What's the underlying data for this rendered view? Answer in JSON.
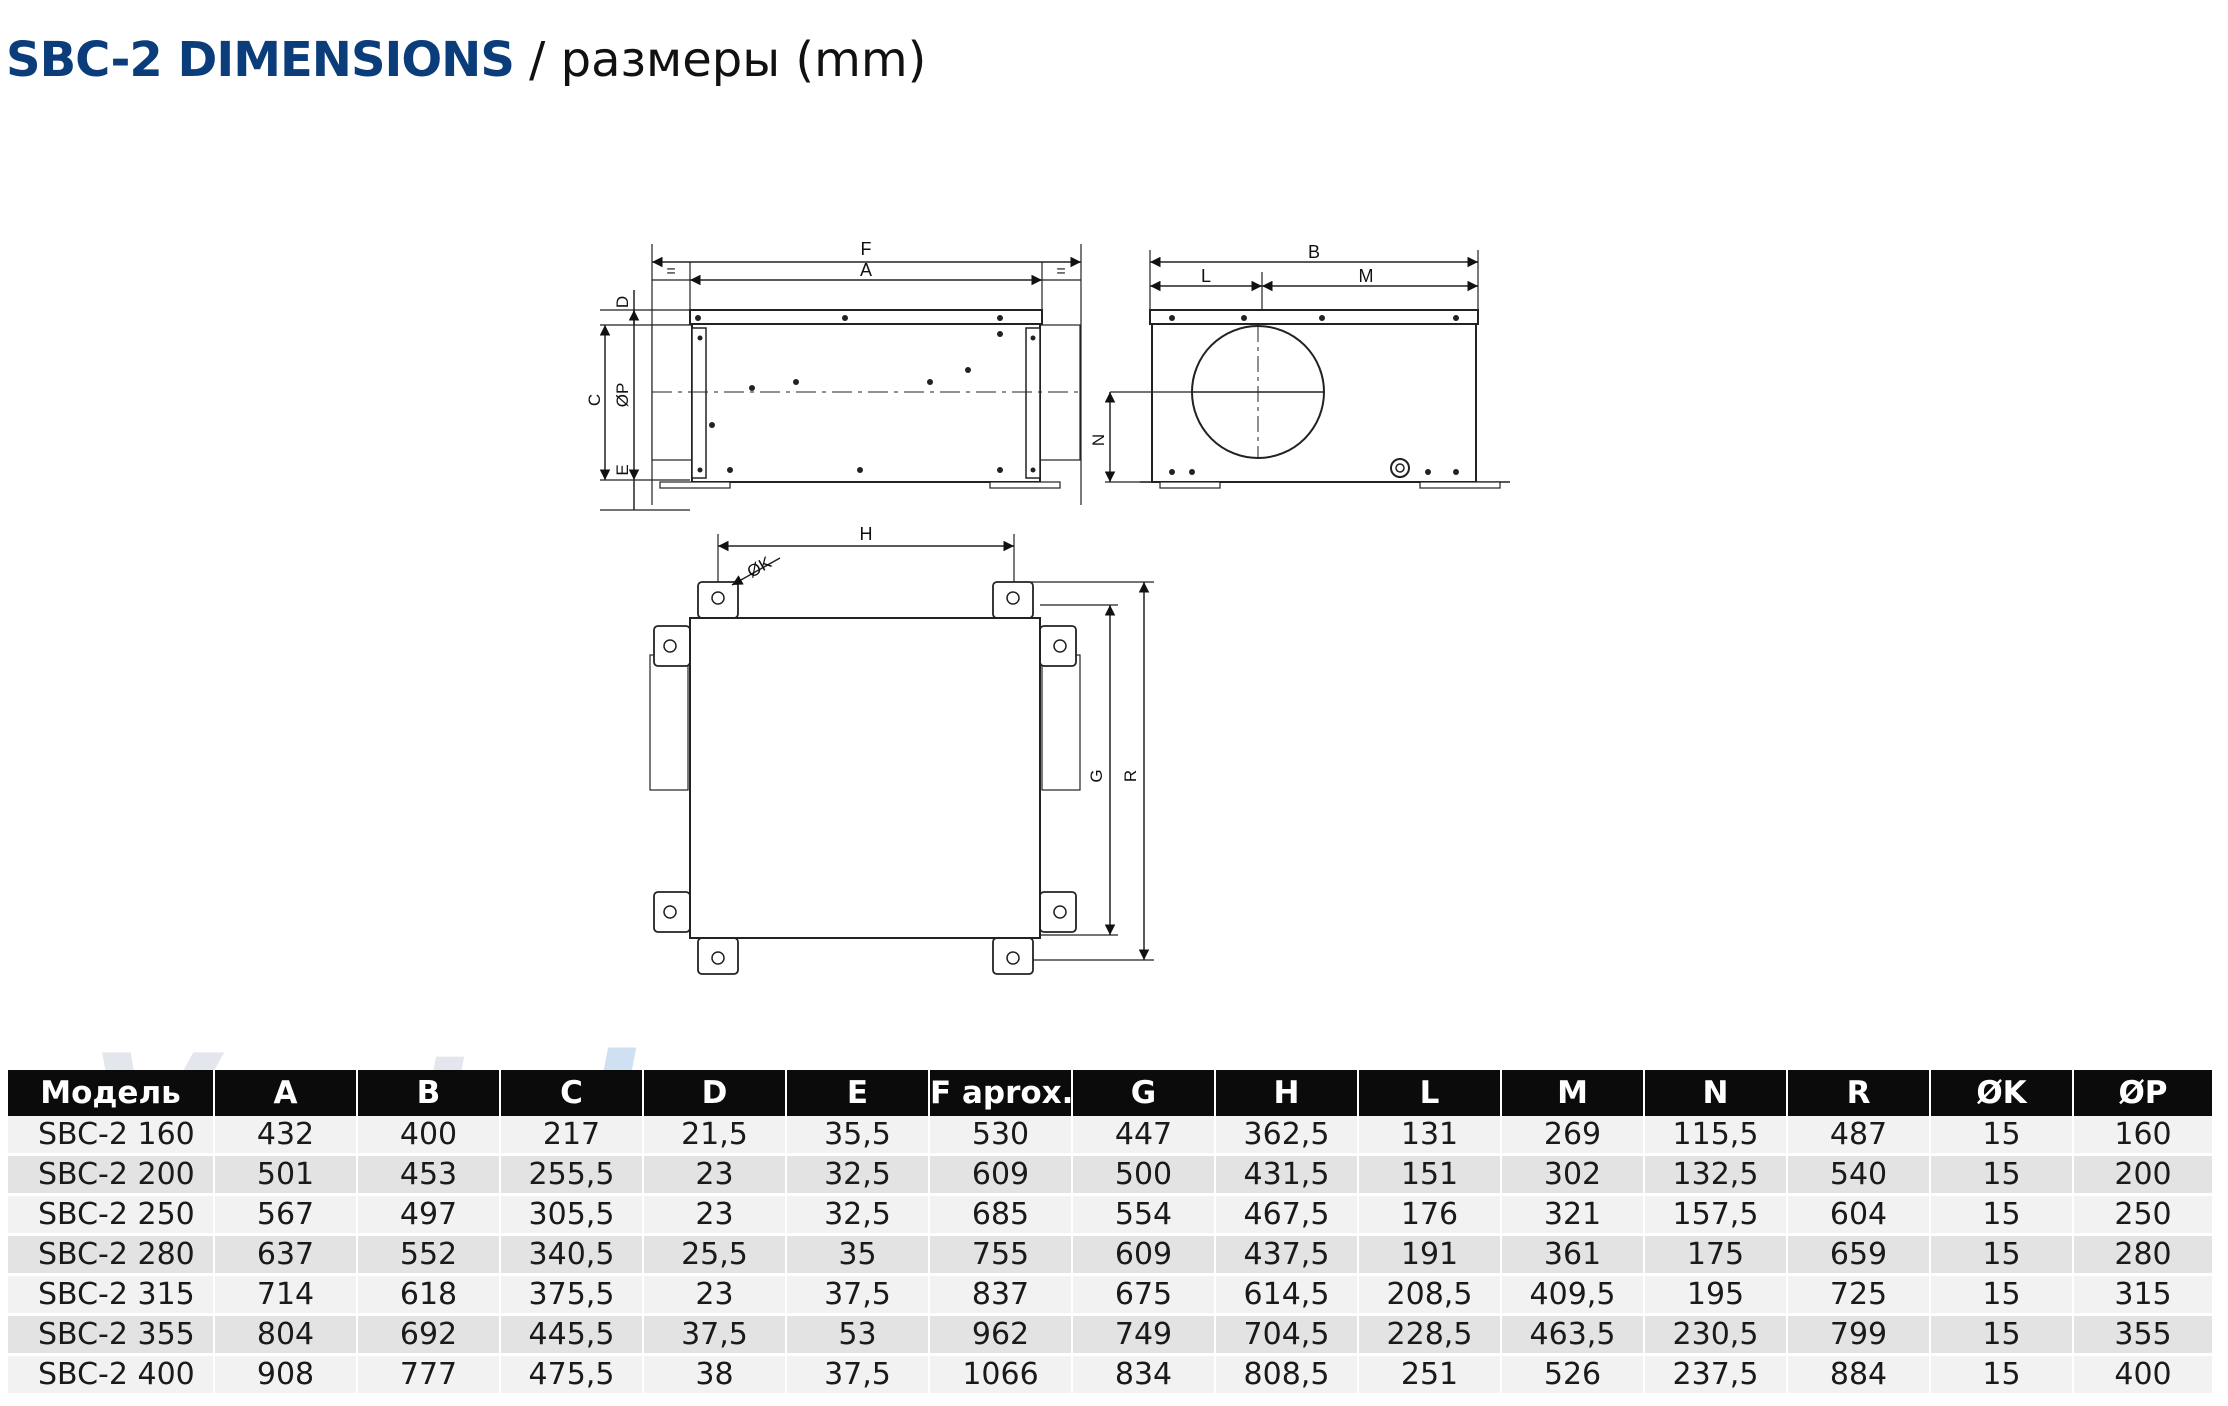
{
  "title": {
    "bold": "SBC-2 DIMENSIONS",
    "rest": " / размеры (mm)"
  },
  "watermark": {
    "part1": "Vent",
    "part2": "el"
  },
  "drawing_labels": {
    "F": "F",
    "A": "A",
    "eq": "=",
    "D": "D",
    "C": "C",
    "P": "ØP",
    "E": "E",
    "B": "B",
    "L": "L",
    "M": "M",
    "N": "N",
    "H": "H",
    "K": "ØK",
    "G": "G",
    "R": "R"
  },
  "table": {
    "headers": [
      "Модель",
      "A",
      "B",
      "C",
      "D",
      "E",
      "F aprox.",
      "G",
      "H",
      "L",
      "M",
      "N",
      "R",
      "ØK",
      "ØP"
    ],
    "rows": [
      [
        "SBC-2 160",
        "432",
        "400",
        "217",
        "21,5",
        "35,5",
        "530",
        "447",
        "362,5",
        "131",
        "269",
        "115,5",
        "487",
        "15",
        "160"
      ],
      [
        "SBC-2 200",
        "501",
        "453",
        "255,5",
        "23",
        "32,5",
        "609",
        "500",
        "431,5",
        "151",
        "302",
        "132,5",
        "540",
        "15",
        "200"
      ],
      [
        "SBC-2 250",
        "567",
        "497",
        "305,5",
        "23",
        "32,5",
        "685",
        "554",
        "467,5",
        "176",
        "321",
        "157,5",
        "604",
        "15",
        "250"
      ],
      [
        "SBC-2 280",
        "637",
        "552",
        "340,5",
        "25,5",
        "35",
        "755",
        "609",
        "437,5",
        "191",
        "361",
        "175",
        "659",
        "15",
        "280"
      ],
      [
        "SBC-2 315",
        "714",
        "618",
        "375,5",
        "23",
        "37,5",
        "837",
        "675",
        "614,5",
        "208,5",
        "409,5",
        "195",
        "725",
        "15",
        "315"
      ],
      [
        "SBC-2 355",
        "804",
        "692",
        "445,5",
        "37,5",
        "53",
        "962",
        "749",
        "704,5",
        "228,5",
        "463,5",
        "230,5",
        "799",
        "15",
        "355"
      ],
      [
        "SBC-2 400",
        "908",
        "777",
        "475,5",
        "38",
        "37,5",
        "1066",
        "834",
        "808,5",
        "251",
        "526",
        "237,5",
        "884",
        "15",
        "400"
      ]
    ]
  }
}
